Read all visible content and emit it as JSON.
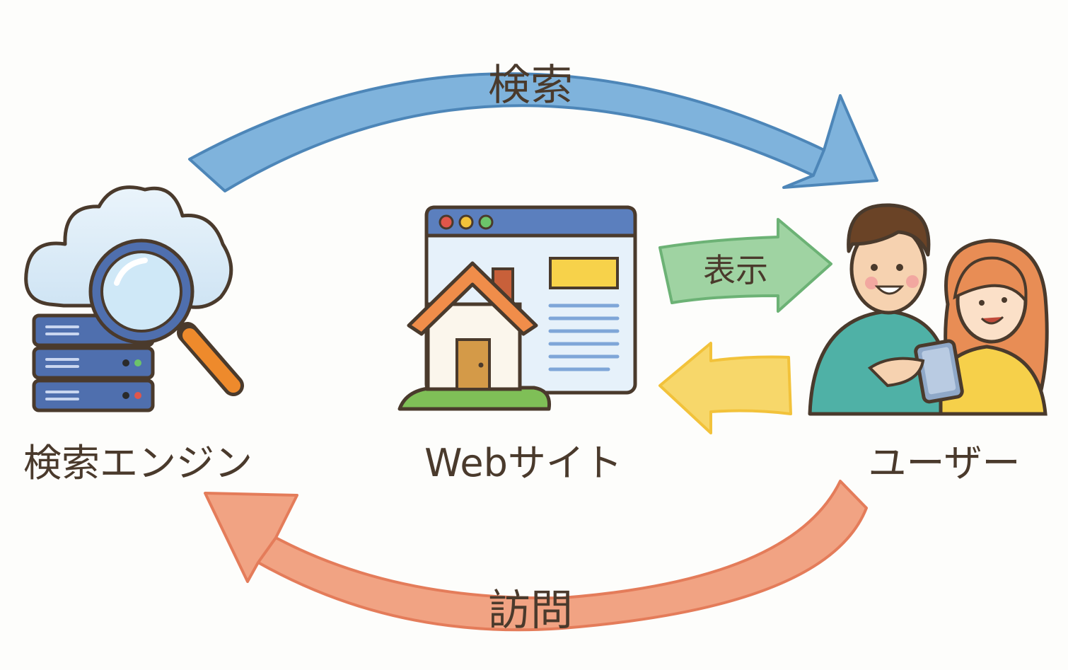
{
  "nodes": {
    "search_engine": "検索エンジン",
    "website": "Webサイト",
    "user": "ユーザー"
  },
  "arrows": {
    "search": "検索",
    "display": "表示",
    "visit": "訪問",
    "feedback": ""
  },
  "colors": {
    "search_arrow": "#7fb3dc",
    "display_arrow": "#9fd3a2",
    "feedback_arrow": "#f7d76a",
    "visit_arrow": "#f1a383",
    "outline": "#4a3a2c"
  }
}
